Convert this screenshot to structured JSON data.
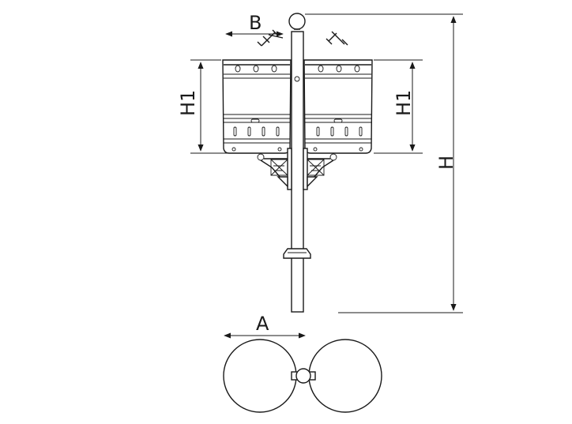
{
  "labels": {
    "b": "B",
    "h1_left": "H1",
    "h1_right": "H1",
    "h": "H",
    "a": "A"
  }
}
